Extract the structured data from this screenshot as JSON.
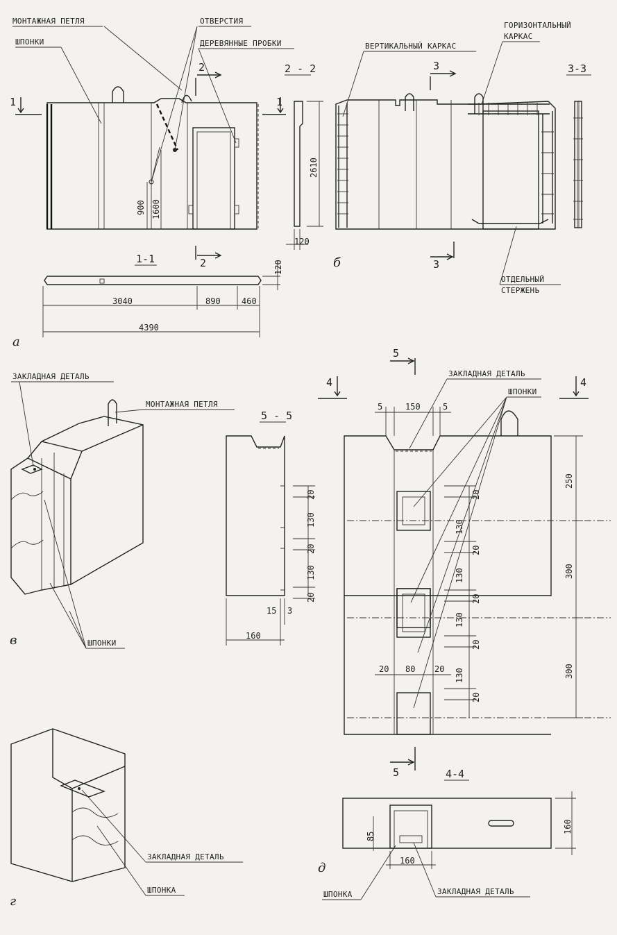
{
  "panels": {
    "a": "а",
    "b": "б",
    "v": "в",
    "g": "г",
    "d": "д"
  },
  "labels": {
    "montazh_petlya": "МОНТАЖНАЯ ПЕТЛЯ",
    "otverstiya": "ОТВЕРСТИЯ",
    "shponki": "ШПОНКИ",
    "derev_probki": "ДЕРЕВЯННЫЕ ПРОБКИ",
    "vert_karkas": "ВЕРТИКАЛЬНЫЙ КАРКАС",
    "gor_karkas_1": "ГОРИЗОНТАЛЬНЫЙ",
    "gor_karkas_2": "КАРКАС",
    "otd_sterzhen_1": "ОТДЕЛЬНЫЙ",
    "otd_sterzhen_2": "СТЕРЖЕНЬ",
    "zakl_detal": "ЗАКЛАДНАЯ ДЕТАЛЬ",
    "shponka": "ШПОНКА"
  },
  "sections": {
    "s11": "1-1",
    "s22": "2 - 2",
    "s33": "3-3",
    "s55": "5 - 5",
    "s44": "4-4",
    "m1": "1",
    "m2": "2",
    "m3": "3",
    "m4": "4",
    "m5": "5"
  },
  "dims": {
    "a_900": "900",
    "a_1600": "1600",
    "a_2610": "2610",
    "a_120": "120",
    "a_120b": "120",
    "a_3040": "3040",
    "a_890": "890",
    "a_460": "460",
    "a_4390": "4390",
    "d_5": "5",
    "d_150": "150",
    "d_250": "250",
    "d_300": "300",
    "d_20": "20",
    "d_130": "130",
    "d_80": "80",
    "d_160": "160",
    "d_85": "85",
    "d_15": "15",
    "d_3": "3"
  }
}
